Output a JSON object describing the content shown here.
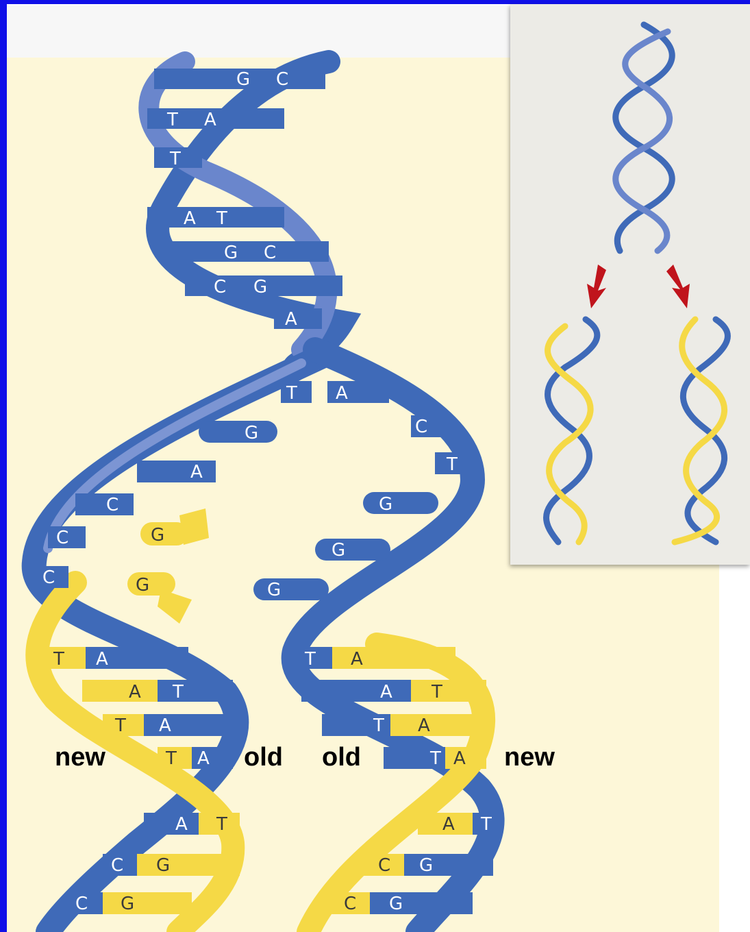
{
  "labels": {
    "new_left": "new",
    "old_left": "old",
    "old_right": "old",
    "new_right": "new"
  },
  "colors": {
    "old_strand": "#3f6ab8",
    "new_strand": "#f5d946",
    "arrow": "#c0141c",
    "background": "#fdf7d8"
  },
  "bases_top": [
    {
      "l": "G",
      "r": "C"
    },
    {
      "l": "T",
      "r": "A"
    },
    {
      "l": "T",
      "r": ""
    },
    {
      "l": "A",
      "r": "T"
    },
    {
      "l": "G",
      "r": "C"
    },
    {
      "l": "C",
      "r": "G"
    },
    {
      "l": "A",
      "r": ""
    }
  ],
  "bases_fork_left": [
    "G",
    "A",
    "C",
    "C",
    "C"
  ],
  "bases_fork_right": [
    "T",
    "A",
    "C",
    "T",
    "G",
    "G",
    "G"
  ],
  "bases_free": [
    "G",
    "G"
  ],
  "bases_bottom_left": [
    {
      "l": "T",
      "r": "A"
    },
    {
      "l": "A",
      "r": "T"
    },
    {
      "l": "T",
      "r": "A"
    },
    {
      "l": "T",
      "r": "A"
    },
    {
      "l": "A",
      "r": "T"
    },
    {
      "l": "C",
      "r": "G"
    },
    {
      "l": "C",
      "r": "G"
    }
  ],
  "bases_bottom_right": [
    {
      "l": "T",
      "r": "A"
    },
    {
      "l": "A",
      "r": "T"
    },
    {
      "l": "T",
      "r": "A"
    },
    {
      "l": "T",
      "r": "A"
    },
    {
      "l": "A",
      "r": "T"
    },
    {
      "l": "C",
      "r": "G"
    },
    {
      "l": "C",
      "r": "G"
    }
  ]
}
